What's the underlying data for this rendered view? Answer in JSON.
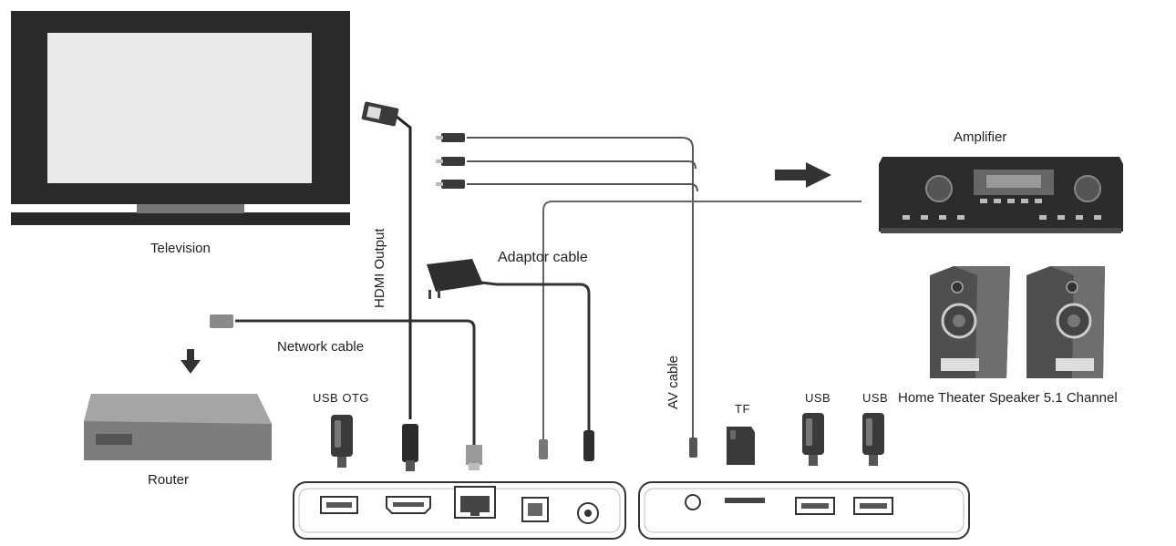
{
  "labels": {
    "television": "Television",
    "hdmi_output": "HDMI Output",
    "adaptor_cable": "Adaptor  cable",
    "network_cable": "Network  cable",
    "router": "Router",
    "usb_otg": "USB  OTG",
    "av_cable": "AV cable",
    "tf": "TF",
    "usb_1": "USB",
    "usb_2": "USB",
    "amplifier": "Amplifier",
    "speakers": "Home Theater Speaker 5.1 Channel"
  }
}
